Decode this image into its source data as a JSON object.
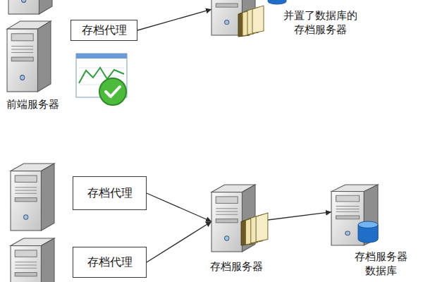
{
  "diagram": {
    "nodes": [
      {
        "text": [
          "前端服务器"
        ]
      },
      {
        "text": [
          "存档代理"
        ]
      },
      {
        "text": [
          "并置了数据库的 存档服务器"
        ]
      },
      {
        "text": [
          "存档代理"
        ]
      },
      {
        "text": [
          "存档代理"
        ]
      },
      {
        "text": [
          "存档服务器"
        ]
      },
      {
        "text": [
          "存档服务器 数据库"
        ]
      }
    ],
    "edges": [
      {
        "from": 1,
        "to": 2,
        "arrow": "to"
      },
      {
        "from": 3,
        "to": 5,
        "arrow": "to"
      },
      {
        "from": 4,
        "to": 5,
        "arrow": "to"
      },
      {
        "from": 5,
        "to": 6,
        "arrow": "to"
      }
    ]
  }
}
